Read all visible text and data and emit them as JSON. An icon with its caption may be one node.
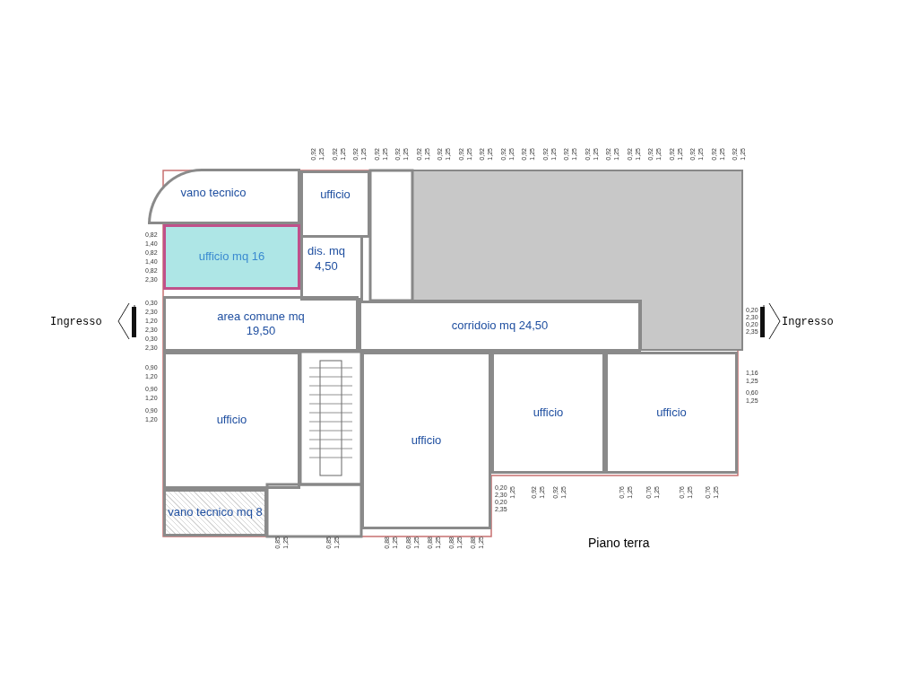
{
  "diagram": {
    "nodes": [
      {
        "text": [
          "vano tecnico"
        ]
      },
      {
        "text": [
          "ufficio"
        ]
      },
      {
        "text": [
          "ufficio mq 16"
        ]
      },
      {
        "text": [
          "dis. mq 4,50"
        ]
      },
      {
        "text": [
          "area comune mq 19,50"
        ]
      },
      {
        "text": [
          "corridoio mq 24,50"
        ]
      },
      {
        "text": [
          "ufficio"
        ]
      },
      {
        "text": [
          "ufficio"
        ]
      },
      {
        "text": [
          "ufficio"
        ]
      },
      {
        "text": [
          "ufficio"
        ]
      },
      {
        "text": [
          "vano tecnico mq 8"
        ]
      }
    ],
    "edges": [],
    "labels": [
      "0,92",
      "1,25",
      "0,92",
      "1,25",
      "0,92",
      "1,25",
      "0,92",
      "1,25",
      "0,92",
      "1,25",
      "0,92",
      "1,25",
      "0,92",
      "1,25",
      "0,92",
      "1,25",
      "0,92",
      "1,25",
      "0,92",
      "1,25",
      "0,92",
      "1,25",
      "0,92",
      "1,25",
      "0,92",
      "1,25",
      "0,92",
      "1,25",
      "0,92",
      "1,25",
      "0,92",
      "1,25",
      "0,92",
      "1,25",
      "0,92",
      "1,25",
      "0,92",
      "1,25",
      "0,92",
      "1,25",
      "0,92",
      "1,25",
      "0,82",
      "1,40",
      "0,82",
      "1,40",
      "0,82",
      "2,30",
      "0,30",
      "2,30",
      "1,20",
      "2,30",
      "0,30",
      "2,30",
      "0,90",
      "1,20",
      "0,90",
      "1,20",
      "0,90",
      "1,20",
      "Ingresso",
      "Ingresso",
      "0,20",
      "2,30",
      "0,20",
      "2,35",
      "1,16",
      "1,25",
      "0,60",
      "1,25",
      "0,85",
      "1,25",
      "0,85",
      "1,25",
      "0,88",
      "1,25",
      "0,88",
      "1,25",
      "0,88",
      "1,25",
      "0,88",
      "1,25",
      "0,88",
      "1,25",
      "0,20",
      "2,30",
      "0,20",
      "2,35",
      "1,25",
      "0,92",
      "1,25",
      "0,92",
      "1,25",
      "0,76",
      "1,25",
      "0,76",
      "1,25",
      "0,76",
      "1,25",
      "0,76",
      "1,25",
      "Piano terra"
    ]
  }
}
